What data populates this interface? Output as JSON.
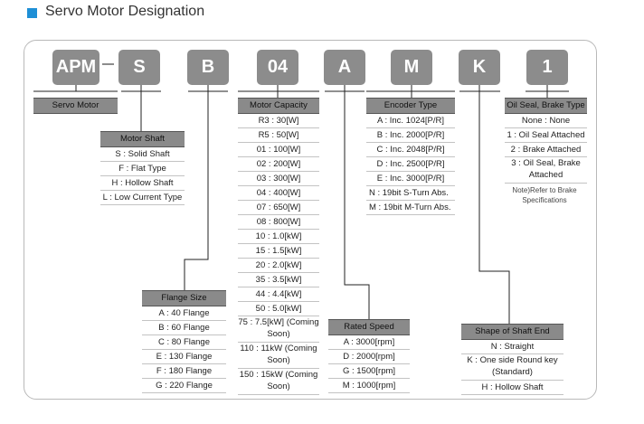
{
  "title": "Servo Motor Designation",
  "codes": [
    "APM",
    "S",
    "B",
    "04",
    "A",
    "M",
    "K",
    "1"
  ],
  "servo_motor": {
    "header": "Servo Motor"
  },
  "motor_shaft": {
    "header": "Motor Shaft",
    "rows": [
      "S : Solid Shaft",
      "F : Flat Type",
      "H : Hollow Shaft",
      "L : Low Current Type"
    ]
  },
  "flange_size": {
    "header": "Flange Size",
    "rows": [
      "A : 40 Flange",
      "B : 60 Flange",
      "C : 80 Flange",
      "E : 130 Flange",
      "F : 180 Flange",
      "G : 220 Flange"
    ]
  },
  "motor_capacity": {
    "header": "Motor Capacity",
    "rows": [
      "R3 : 30[W]",
      "R5 : 50[W]",
      "01 : 100[W]",
      "02 : 200[W]",
      "03 : 300[W]",
      "04 : 400[W]",
      "07 : 650[W]",
      "08 : 800[W]",
      "10 : 1.0[kW]",
      "15 : 1.5[kW]",
      "20 : 2.0[kW]",
      "35 : 3.5[kW]",
      "44 : 4.4[kW]",
      "50 : 5.0[kW]"
    ],
    "rows_double": [
      "75 : 7.5[kW] (Coming Soon)",
      "110 : 11kW (Coming Soon)",
      "150 : 15kW (Coming Soon)"
    ]
  },
  "rated_speed": {
    "header": "Rated Speed",
    "rows": [
      "A : 3000[rpm]",
      "D : 2000[rpm]",
      "G : 1500[rpm]",
      "M : 1000[rpm]"
    ]
  },
  "encoder_type": {
    "header": "Encoder Type",
    "rows": [
      "A : Inc. 1024[P/R]",
      "B : Inc. 2000[P/R]",
      "C : Inc. 2048[P/R]",
      "D : Inc. 2500[P/R]",
      "E : Inc. 3000[P/R]",
      "N : 19bit S-Turn Abs.",
      "M : 19bit M-Turn Abs."
    ]
  },
  "shaft_end": {
    "header": "Shape of Shaft End",
    "rows": [
      "N : Straight",
      "K : One side Round key (Standard)",
      "H : Hollow Shaft"
    ]
  },
  "oil_seal": {
    "header": "Oil Seal, Brake Type",
    "rows": [
      "None : None",
      "1 : Oil Seal Attached",
      "2 : Brake Attached",
      "3 : Oil Seal, Brake Attached"
    ],
    "note": "Note)Refer to Brake Specifications"
  }
}
